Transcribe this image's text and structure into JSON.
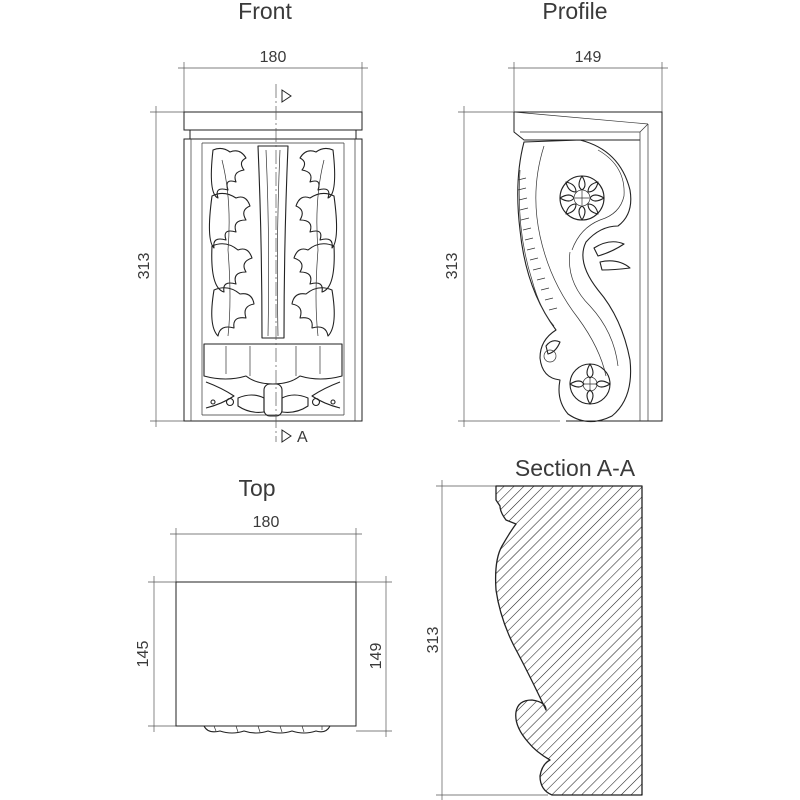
{
  "views": {
    "front": {
      "title": "Front",
      "width_label": "180",
      "height_label": "313",
      "section_marker": "A"
    },
    "profile": {
      "title": "Profile",
      "width_label": "149",
      "height_label": "313"
    },
    "top": {
      "title": "Top",
      "width_label": "180",
      "left_depth_label": "145",
      "right_depth_label": "149"
    },
    "section": {
      "title": "Section A-A",
      "height_label": "313"
    }
  }
}
